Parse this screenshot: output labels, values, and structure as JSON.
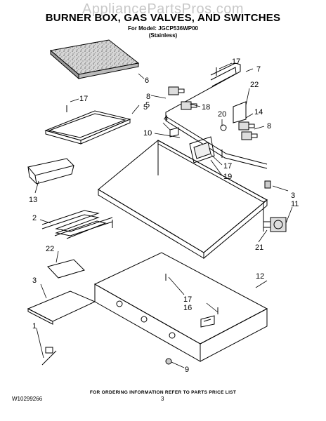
{
  "watermark": "AppliancePartsPros.com",
  "header": {
    "title": "BURNER BOX, GAS VALVES, AND SWITCHES",
    "model_line": "For Model: JGCP536WP00",
    "finish": "(Stainless)"
  },
  "callouts": {
    "c6": "6",
    "c17a": "17",
    "c5": "5",
    "c8a": "8",
    "c5b": "5",
    "c17b": "17",
    "c7": "7",
    "c22a": "22",
    "c18": "18",
    "c20": "20",
    "c14": "14",
    "c8b": "8",
    "c4": "4",
    "c10": "10",
    "c17c": "17",
    "c19": "19",
    "c13": "13",
    "c3a": "3",
    "c11": "11",
    "c2": "2",
    "c21": "21",
    "c22b": "22",
    "c12": "12",
    "c3b": "3",
    "c17d": "17",
    "c16": "16",
    "c1": "1",
    "c9": "9"
  },
  "footer": {
    "note": "FOR ORDERING INFORMATION REFER TO PARTS PRICE LIST",
    "doc_number": "W10299266",
    "page_number": "3"
  }
}
